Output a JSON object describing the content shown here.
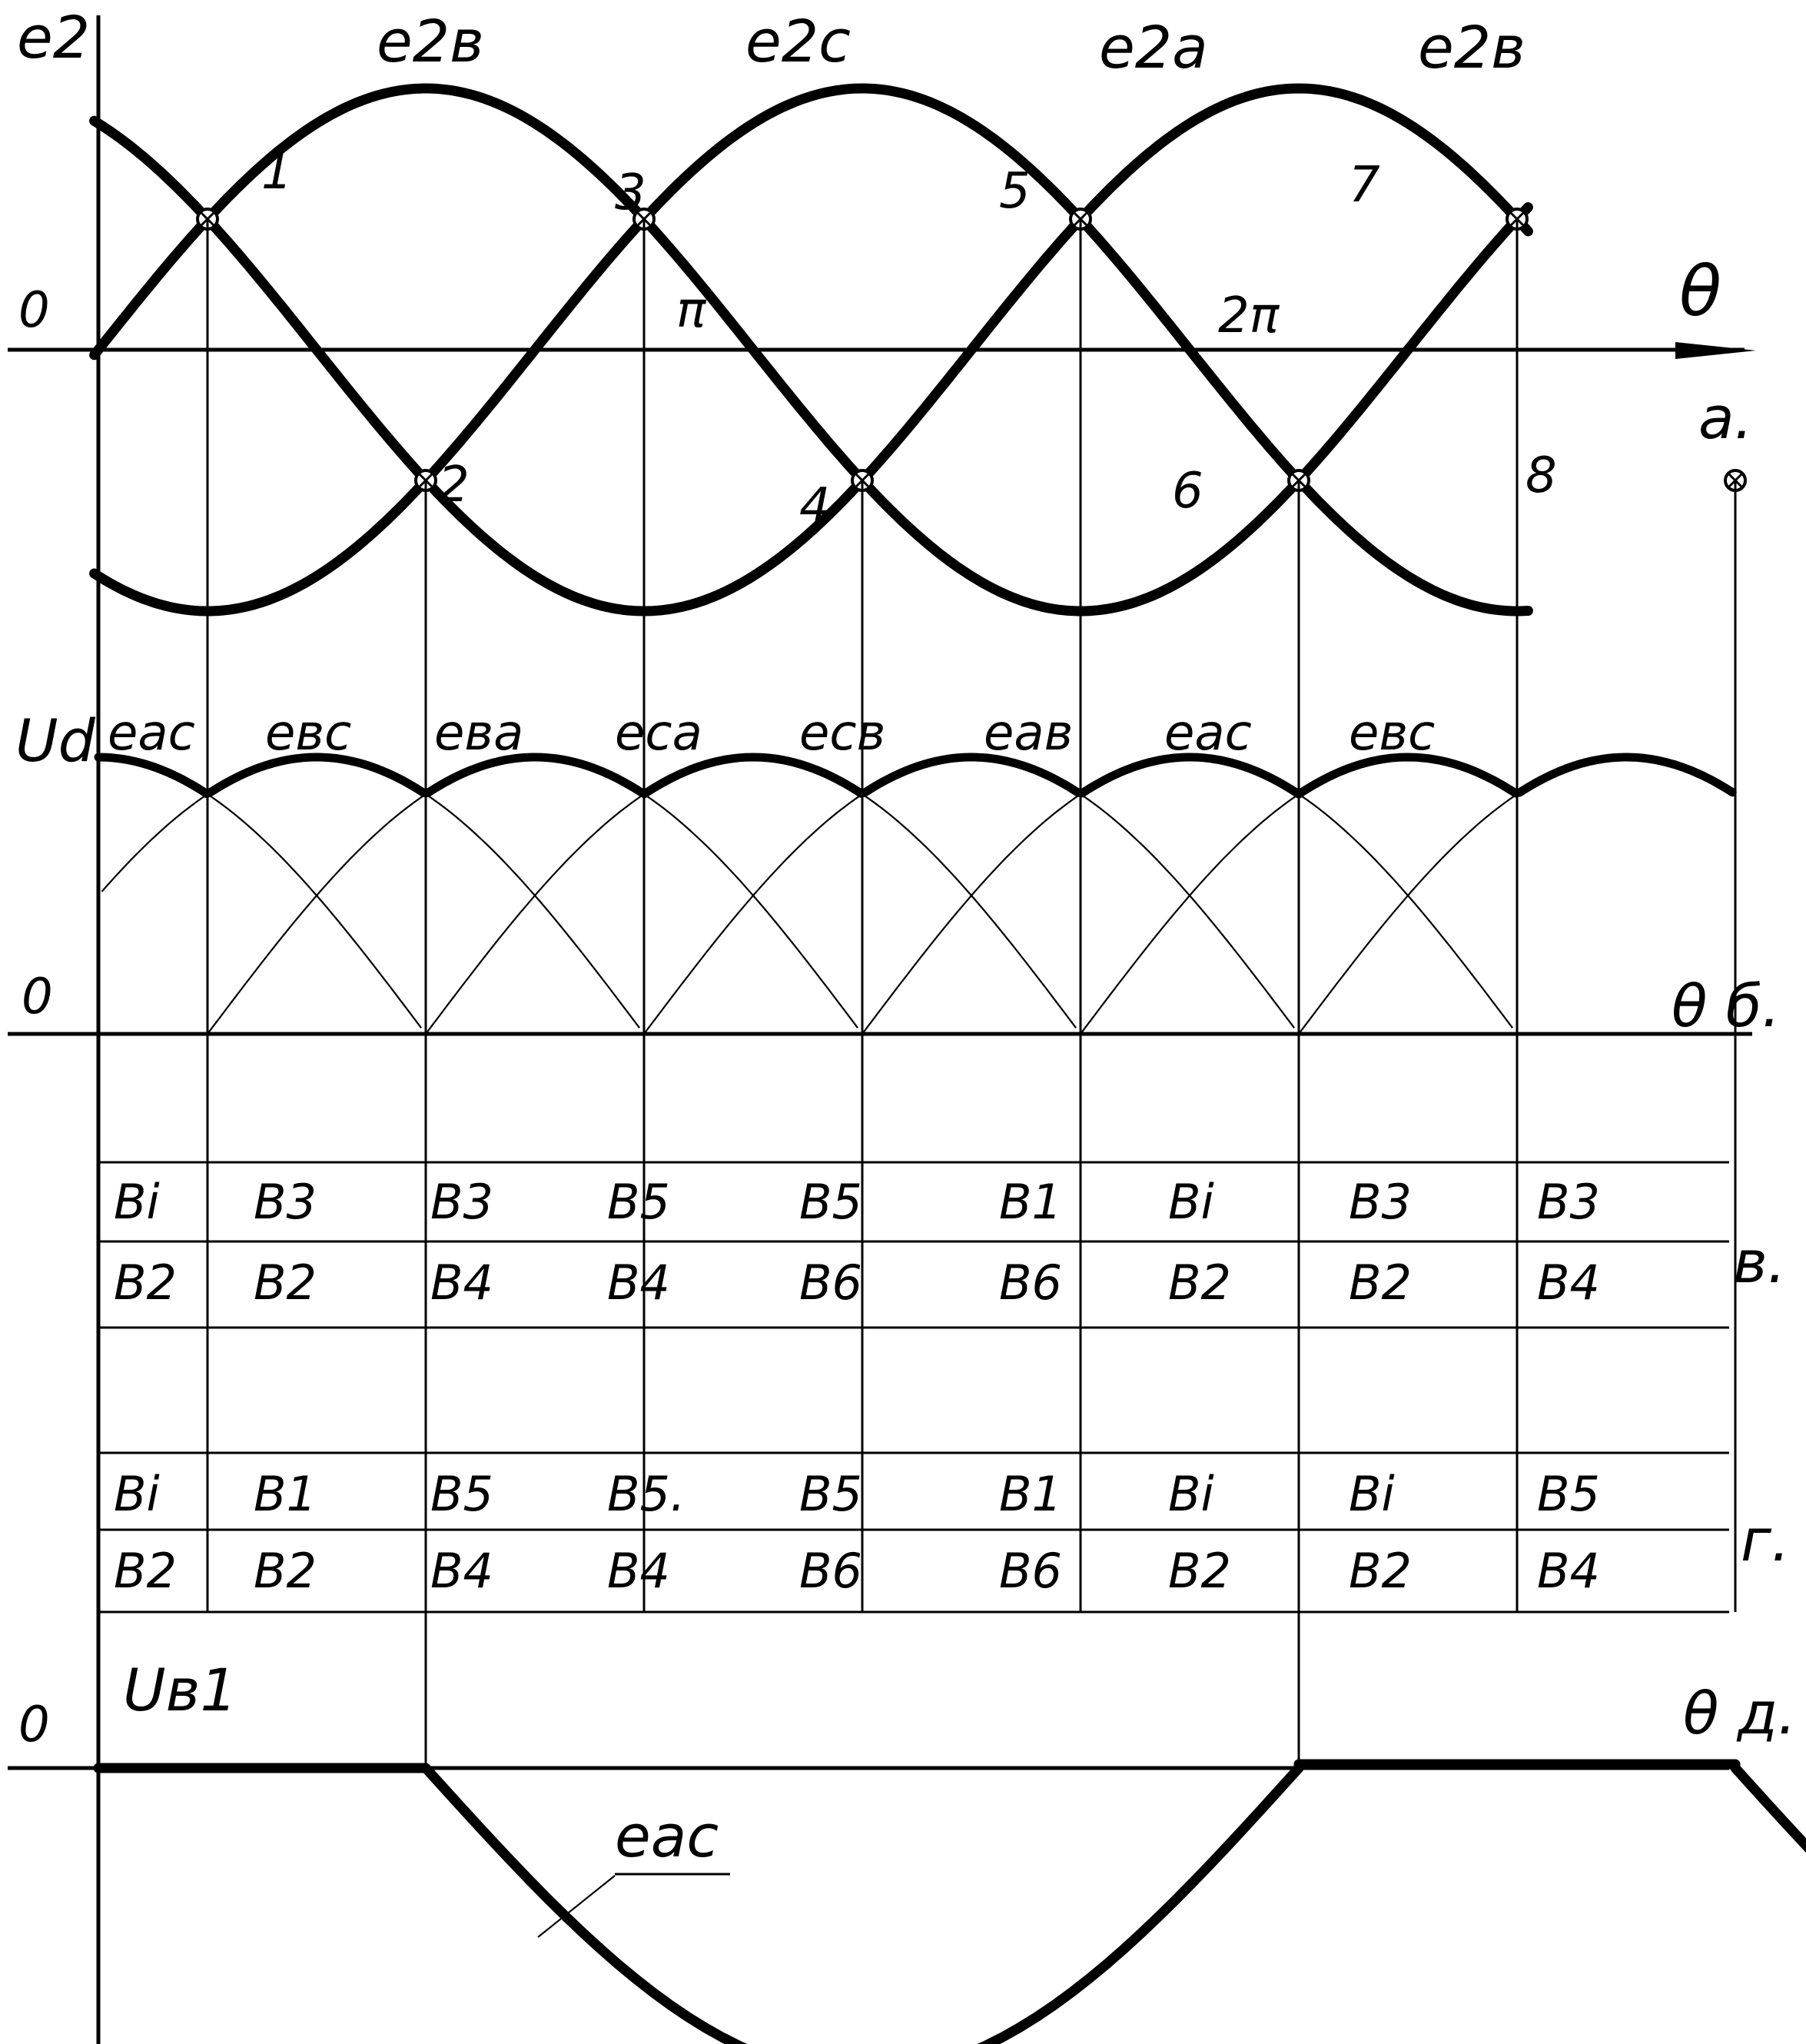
{
  "panel_a": {
    "y_label": "e2",
    "origin_label": "0",
    "x_label": "θ",
    "panel_letter": "а.",
    "pi_label": "π",
    "two_pi_label": "2π",
    "curve_labels": [
      "e2в",
      "e2c",
      "e2a",
      "e2в"
    ],
    "intersection_numbers": [
      "1",
      "2",
      "3",
      "4",
      "5",
      "6",
      "7",
      "8"
    ]
  },
  "panel_b": {
    "y_label": "Ud",
    "origin_label": "0",
    "x_label": "θ б.",
    "segment_labels": [
      "eac",
      "eвc",
      "eвa",
      "eca",
      "ecв",
      "eaв",
      "eac",
      "eвc"
    ]
  },
  "panel_v": {
    "panel_letter": "в.",
    "top_row": [
      "Bi",
      "B3",
      "B3",
      "B5",
      "B5",
      "B1",
      "Bi",
      "B3",
      "B3"
    ],
    "bottom_row": [
      "B2",
      "B2",
      "B4",
      "B4",
      "B6",
      "B6",
      "B2",
      "B2",
      "B4"
    ]
  },
  "panel_g": {
    "panel_letter": "г.",
    "top_row": [
      "Bi",
      "B1",
      "B5",
      "B5.",
      "B5",
      "B1",
      "Bi",
      "Bi",
      "B5"
    ],
    "bottom_row": [
      "B2",
      "B2",
      "B4",
      "B4",
      "B6",
      "B6",
      "B2",
      "B2",
      "B4"
    ]
  },
  "panel_d": {
    "origin_label": "0",
    "y_label": "Uв1",
    "x_label": "θ д.",
    "curve_label": "eac"
  }
}
